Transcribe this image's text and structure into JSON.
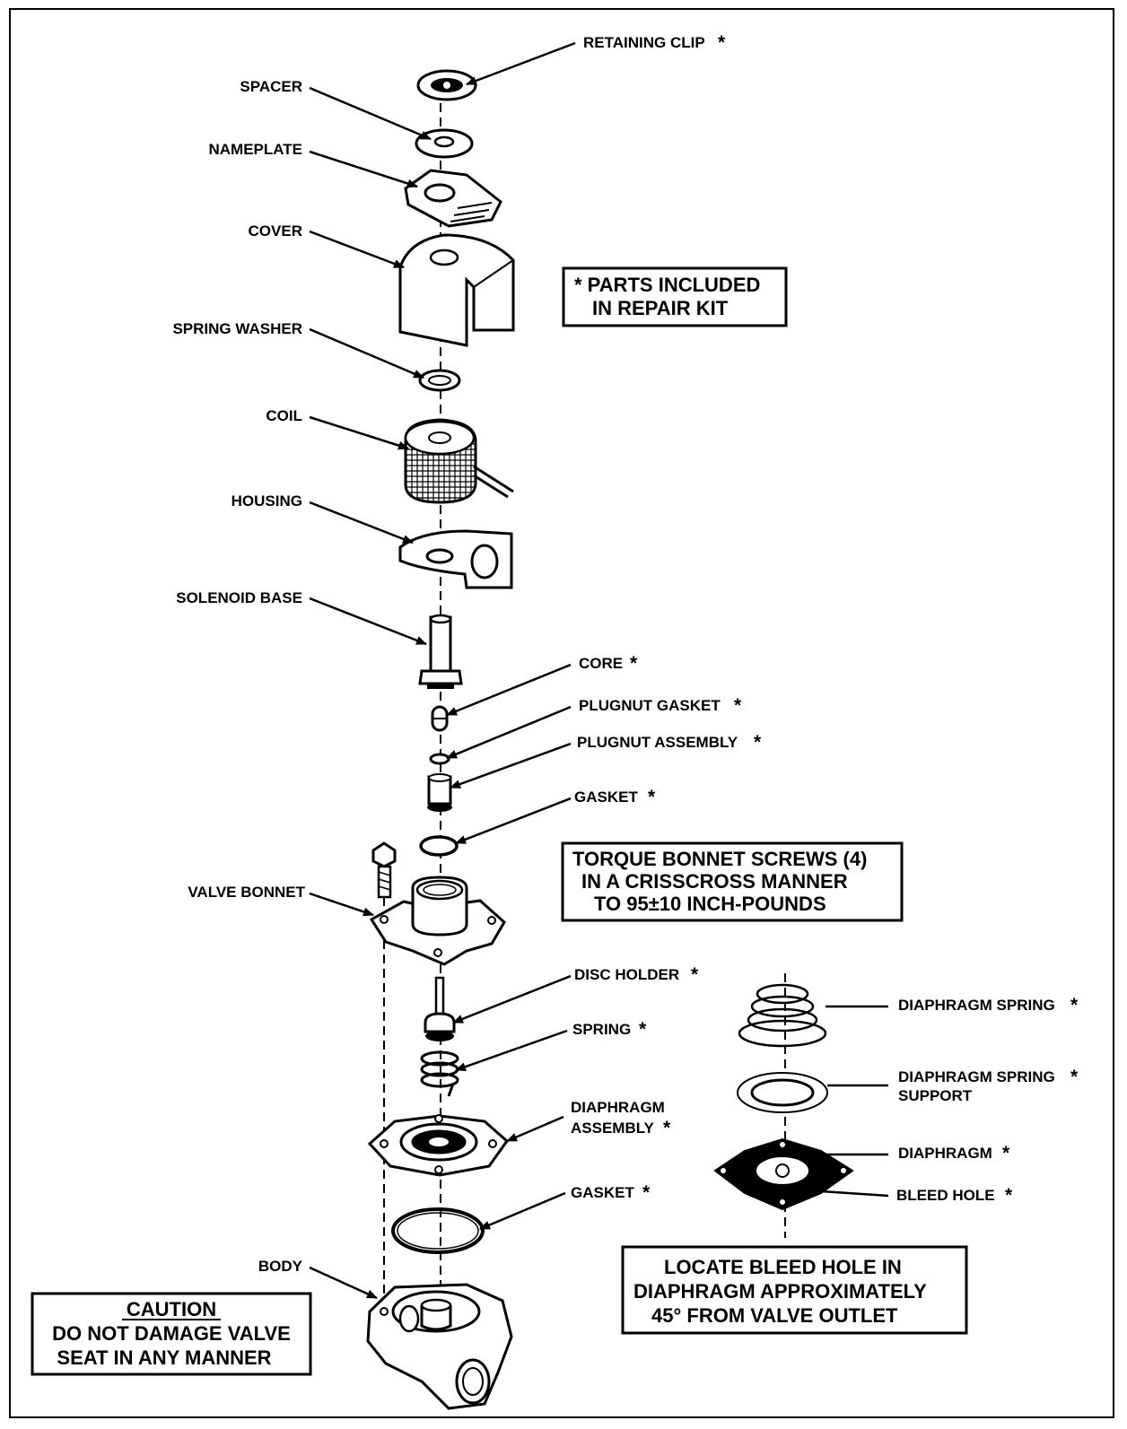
{
  "labels": {
    "retaining_clip": "RETAINING CLIP",
    "spacer": "SPACER",
    "nameplate": "NAMEPLATE",
    "cover": "COVER",
    "spring_washer": "SPRING WASHER",
    "coil": "COIL",
    "housing": "HOUSING",
    "solenoid_base": "SOLENOID BASE",
    "core": "CORE",
    "plugnut_gasket": "PLUGNUT GASKET",
    "plugnut_assembly": "PLUGNUT ASSEMBLY",
    "gasket_upper": "GASKET",
    "valve_bonnet": "VALVE BONNET",
    "disc_holder": "DISC HOLDER",
    "spring": "SPRING",
    "diaphragm_assembly_line1": "DIAPHRAGM",
    "diaphragm_assembly_line2": "ASSEMBLY",
    "gasket_lower": "GASKET",
    "body": "BODY",
    "diaphragm_spring": "DIAPHRAGM SPRING",
    "diaphragm_spring_support_line1": "DIAPHRAGM SPRING",
    "diaphragm_spring_support_line2": "SUPPORT",
    "diaphragm": "DIAPHRAGM",
    "bleed_hole": "BLEED HOLE",
    "asterisk": "*"
  },
  "notes": {
    "repair_kit": [
      "* PARTS INCLUDED",
      "IN REPAIR KIT"
    ],
    "torque": [
      "TORQUE BONNET SCREWS (4)",
      "IN A CRISSCROSS MANNER",
      "TO 95±10 INCH-POUNDS"
    ],
    "bleed_hole": [
      "LOCATE BLEED HOLE IN",
      "DIAPHRAGM APPROXIMATELY",
      "45° FROM VALVE OUTLET"
    ],
    "caution": [
      "CAUTION",
      "DO NOT DAMAGE VALVE",
      "SEAT IN ANY MANNER"
    ]
  }
}
